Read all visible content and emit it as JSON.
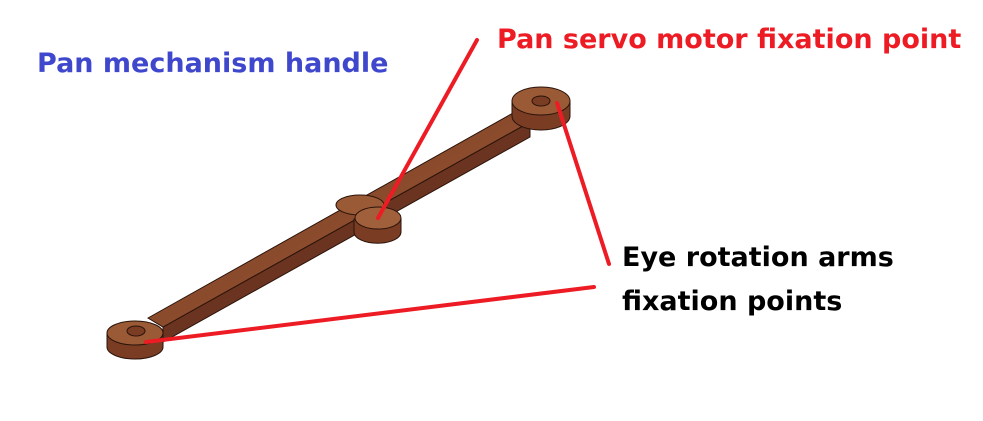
{
  "title": "Pan mechanism handle",
  "annotations": {
    "servo": "Pan servo motor fixation point",
    "arms_line1": "Eye rotation arms",
    "arms_line2": "fixation points"
  },
  "colors": {
    "title": "#3f48cc",
    "annotation": "#ed1c24",
    "leader": "#ed1c24",
    "part": "#8b4a2e"
  }
}
